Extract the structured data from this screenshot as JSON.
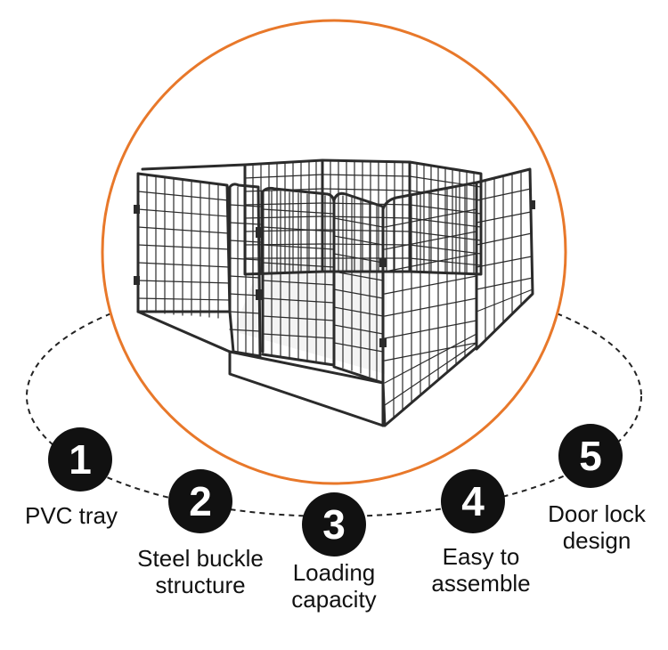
{
  "colors": {
    "accent_ring": "#E8782A",
    "badge_fill": "#111111",
    "badge_text": "#FFFFFF",
    "dash_line": "#222222",
    "product_frame": "#2B2B2B"
  },
  "product": {
    "image_icon": "metal-pet-playpen-icon"
  },
  "features": [
    {
      "number": "1",
      "lines": [
        "PVC tray"
      ]
    },
    {
      "number": "2",
      "lines": [
        "Steel buckle",
        "structure"
      ]
    },
    {
      "number": "3",
      "lines": [
        "Loading",
        "capacity"
      ]
    },
    {
      "number": "4",
      "lines": [
        "Easy to",
        "assemble"
      ]
    },
    {
      "number": "5",
      "lines": [
        "Door lock",
        "design"
      ]
    }
  ]
}
